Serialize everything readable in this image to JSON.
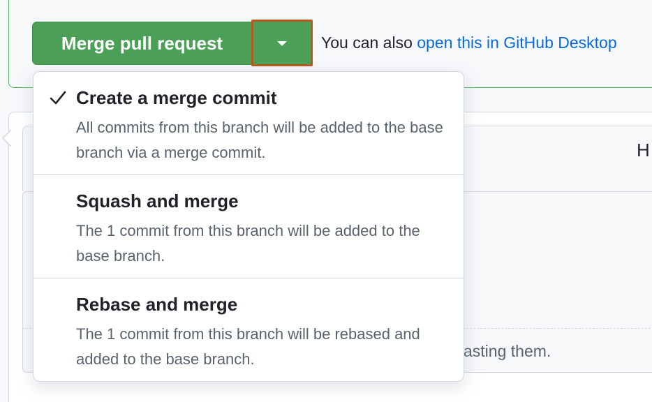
{
  "merge": {
    "button_label": "Merge pull request",
    "menu_toggle_icon": "triangle-down-icon",
    "also_text": "You can also ",
    "also_link": "open this in GitHub Desktop"
  },
  "menu": {
    "items": [
      {
        "title": "Create a merge commit",
        "description": "All commits from this branch will be added to the base branch via a merge commit.",
        "selected": true,
        "icon": "check-icon"
      },
      {
        "title": "Squash and merge",
        "description": "The 1 commit from this branch will be added to the base branch.",
        "selected": false
      },
      {
        "title": "Rebase and merge",
        "description": "The 1 commit from this branch will be rebased and added to the base branch.",
        "selected": false
      }
    ]
  },
  "background": {
    "partial_heading": "H",
    "partial_text": "asting them."
  },
  "colors": {
    "merge_green": "#4c9f57",
    "highlight_outline": "#b4591f",
    "link_blue": "#0969da",
    "box_border_green": "#4fb563"
  }
}
